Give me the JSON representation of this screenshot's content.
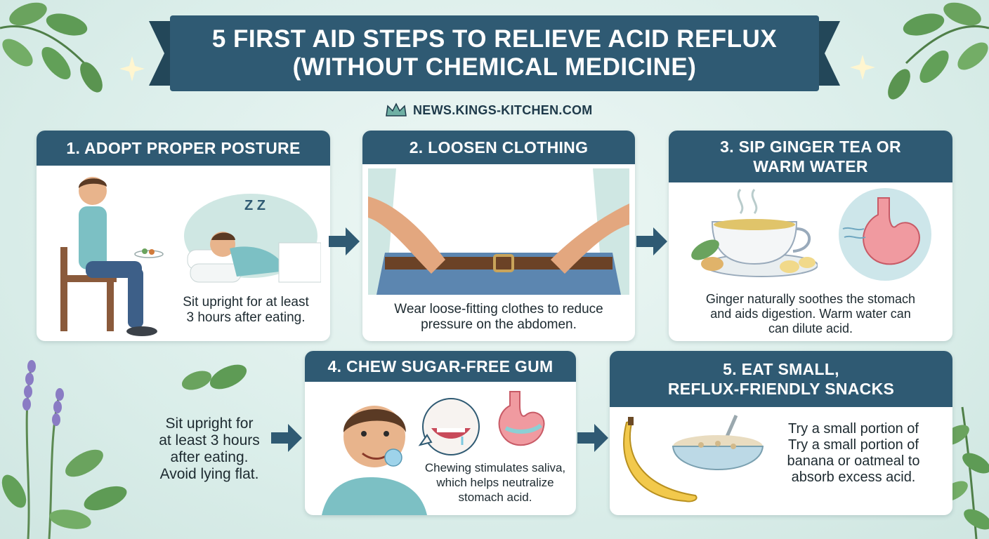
{
  "banner": {
    "title_line1": "5 FIRST AID STEPS TO RELIEVE ACID REFLUX",
    "title_line2": "(WITHOUT CHEMICAL MEDICINE)"
  },
  "source": {
    "text": "NEWS.KINGS-KITCHEN.COM",
    "icon": "crown-icon"
  },
  "steps": [
    {
      "title": "1. ADOPT PROPER POSTURE",
      "desc_line1": "Sit upright for at least",
      "desc_line2": "3 hours after eating.",
      "sleep_text": "Z Z"
    },
    {
      "title": "2. LOOSEN CLOTHING",
      "desc_line1": "Wear loose-fitting clothes to reduce",
      "desc_line2": "pressure on the abdomen."
    },
    {
      "title_line1": "3. SIP GINGER TEA OR",
      "title_line2": "WARM WATER",
      "desc_line1": "Ginger naturally soothes the stomach",
      "desc_line2": "and aids digestion. Warm water can",
      "desc_line3": "can dilute acid."
    },
    {
      "title": "4. CHEW SUGAR-FREE GUM",
      "desc_line1": "Chewing stimulates saliva,",
      "desc_line2": "which helps neutralize",
      "desc_line3": "stomach acid."
    },
    {
      "title_line1": "5. EAT SMALL,",
      "title_line2": "REFLUX-FRIENDLY SNACKS",
      "desc_line1": "Try a small portion of",
      "desc_line2": "Try a small portion of",
      "desc_line3": "banana or oatmeal to",
      "desc_line4": "absorb excess acid."
    }
  ],
  "free_note": {
    "line1": "Sit upright for",
    "line2": "at least 3 hours",
    "line3": "after eating.",
    "line4": "Avoid lying flat."
  },
  "colors": {
    "header": "#2f5a73",
    "background": "#dbeeea",
    "leaf": "#5e9b55",
    "arrow": "#2f5a73"
  }
}
